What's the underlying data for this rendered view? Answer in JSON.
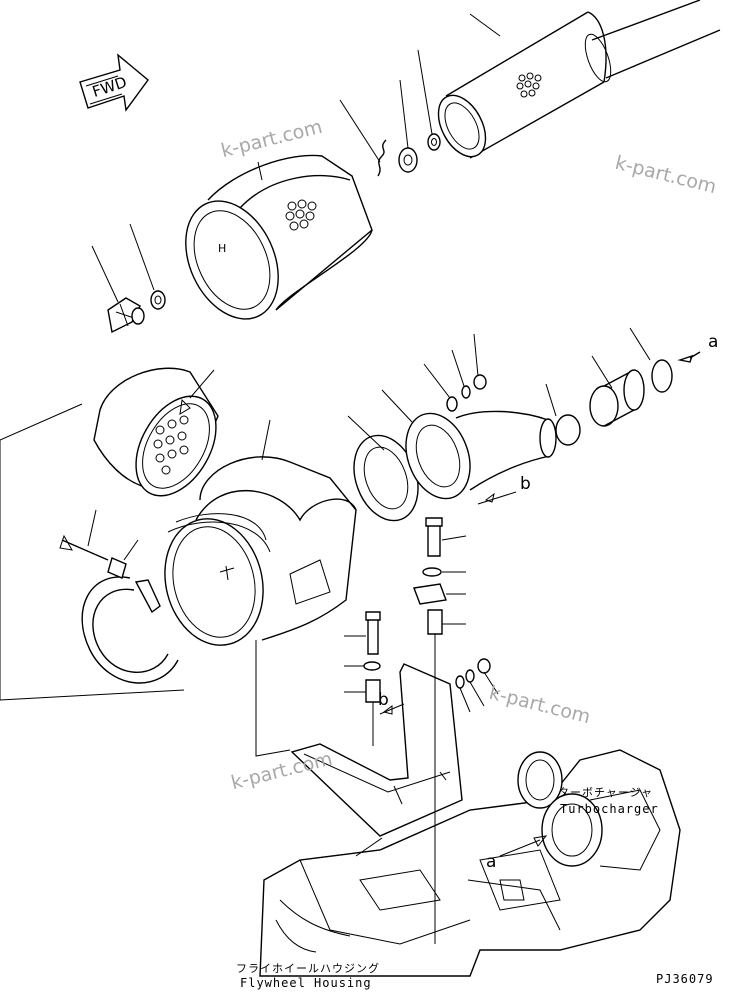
{
  "fwd_label": "FWD",
  "watermark": "k-part.com",
  "callouts": {
    "a": "a",
    "b": "b"
  },
  "turbocharger": {
    "jp": "ターボチャージャ",
    "en": "Turbocharger"
  },
  "flywheel_housing": {
    "jp": "フライホイールハウジング",
    "en": "Flywheel Housing"
  },
  "drawing_number": "PJ36079",
  "filter_marking": "H"
}
